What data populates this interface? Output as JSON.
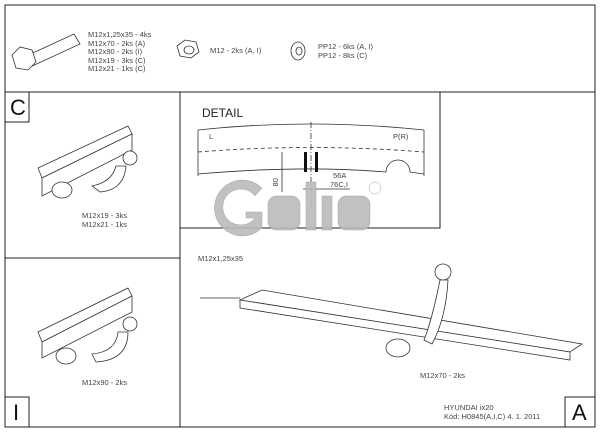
{
  "parts": {
    "bolts": [
      "M12x1,25x35 - 4ks",
      "M12x70 - 2ks (A)",
      "M12x90 - 2ks (I)",
      "M12x19 - 3ks (C)",
      "M12x21 - 1ks (C)"
    ],
    "nut": "M12 - 2ks (A, I)",
    "washers": [
      "PP12 - 6ks (A, I)",
      "PP12 - 8ks (C)"
    ]
  },
  "panels": {
    "c": {
      "label": "C",
      "callouts": [
        "M12x19 - 3ks",
        "M12x21 - 1ks"
      ]
    },
    "i": {
      "label": "I",
      "callout": "M12x90 - 2ks"
    },
    "a": {
      "label": "A",
      "callout_top": "M12x1,25x35",
      "callout_bottom": "M12x70 - 2ks"
    }
  },
  "detail": {
    "title": "DETAIL",
    "left": "L",
    "right": "P(R)",
    "dim_vertical": "80",
    "dim_h1": "56A",
    "dim_h2": "76C,I"
  },
  "logo": {
    "text": "Galia",
    "mark": "®"
  },
  "footer": {
    "model": "HYUNDAI ix20",
    "code": "Kód: H0845(A,I,C)  4. 1. 2011"
  }
}
